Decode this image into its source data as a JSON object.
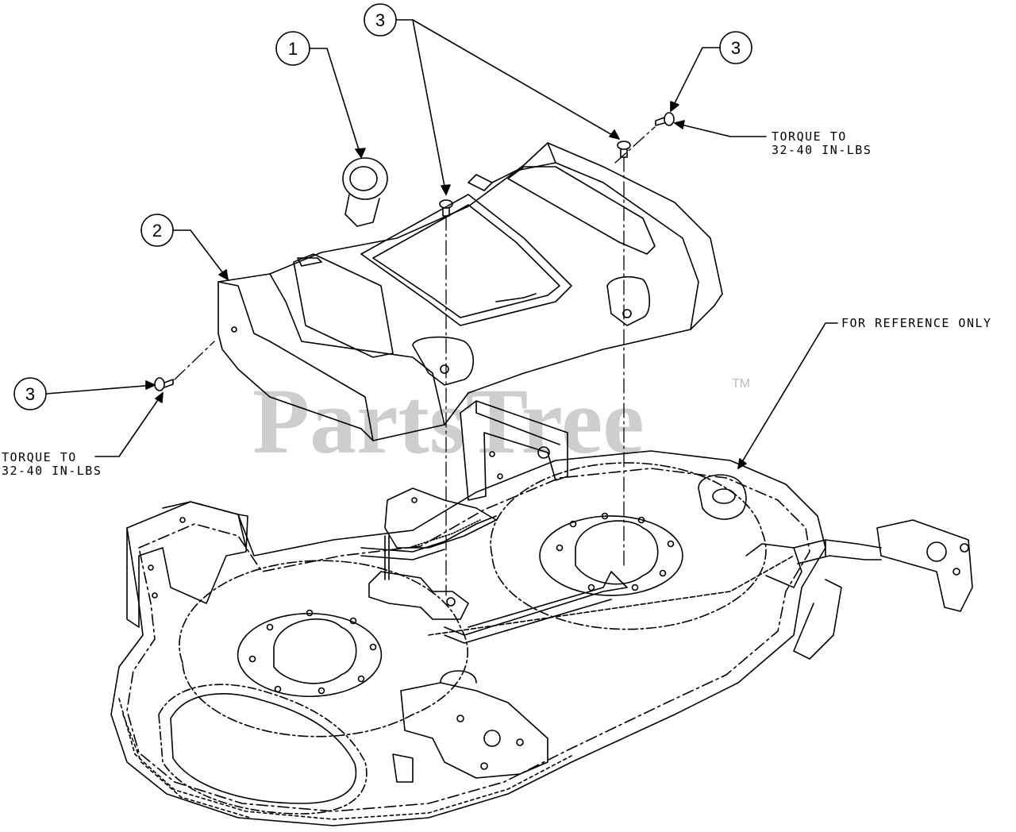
{
  "callouts": [
    {
      "id": "c1",
      "number": "1"
    },
    {
      "id": "c2",
      "number": "2"
    },
    {
      "id": "c3a",
      "number": "3"
    },
    {
      "id": "c3b",
      "number": "3"
    },
    {
      "id": "c3c",
      "number": "3"
    }
  ],
  "notes": {
    "torque_right_line1": "TORQUE TO",
    "torque_right_line2": "32-40 IN-LBS",
    "torque_left_line1": "TORQUE TO",
    "torque_left_line2": "32-40 IN-LBS",
    "reference": "FOR REFERENCE ONLY"
  },
  "watermark": {
    "brand": "PartsTree",
    "trademark": "TM"
  }
}
